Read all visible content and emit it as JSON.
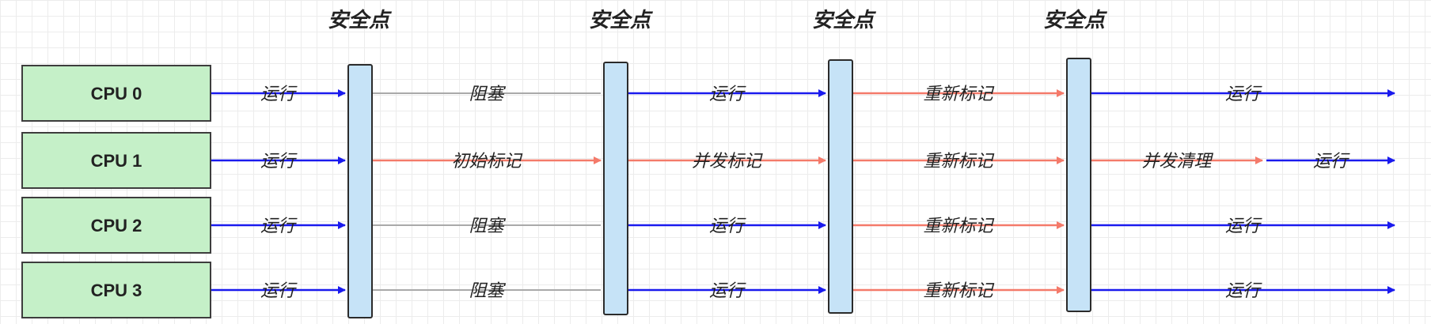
{
  "safepoint_titles": [
    "安全点",
    "安全点",
    "安全点",
    "安全点"
  ],
  "colors": {
    "run": "#1a1aee",
    "mark": "#f47a6a",
    "block": "#a9a9a9",
    "cpu_fill": "#c5f0c8",
    "cpu_border": "#3d3d3d",
    "safepoint_fill": "#c6e3f7",
    "safepoint_border": "#2b2b2b"
  },
  "cpus": [
    {
      "name": "CPU 0",
      "segments": [
        {
          "label": "运行",
          "kind": "run"
        },
        {
          "label": "阻塞",
          "kind": "block"
        },
        {
          "label": "运行",
          "kind": "run"
        },
        {
          "label": "重新标记",
          "kind": "mark"
        },
        {
          "label": "运行",
          "kind": "run"
        }
      ]
    },
    {
      "name": "CPU 1",
      "segments": [
        {
          "label": "运行",
          "kind": "run"
        },
        {
          "label": "初始标记",
          "kind": "mark"
        },
        {
          "label": "并发标记",
          "kind": "mark"
        },
        {
          "label": "重新标记",
          "kind": "mark"
        },
        {
          "label": "并发清理",
          "kind": "mark"
        },
        {
          "label": "运行",
          "kind": "run"
        }
      ]
    },
    {
      "name": "CPU 2",
      "segments": [
        {
          "label": "运行",
          "kind": "run"
        },
        {
          "label": "阻塞",
          "kind": "block"
        },
        {
          "label": "运行",
          "kind": "run"
        },
        {
          "label": "重新标记",
          "kind": "mark"
        },
        {
          "label": "运行",
          "kind": "run"
        }
      ]
    },
    {
      "name": "CPU 3",
      "segments": [
        {
          "label": "运行",
          "kind": "run"
        },
        {
          "label": "阻塞",
          "kind": "block"
        },
        {
          "label": "运行",
          "kind": "run"
        },
        {
          "label": "重新标记",
          "kind": "mark"
        },
        {
          "label": "运行",
          "kind": "run"
        }
      ]
    }
  ]
}
